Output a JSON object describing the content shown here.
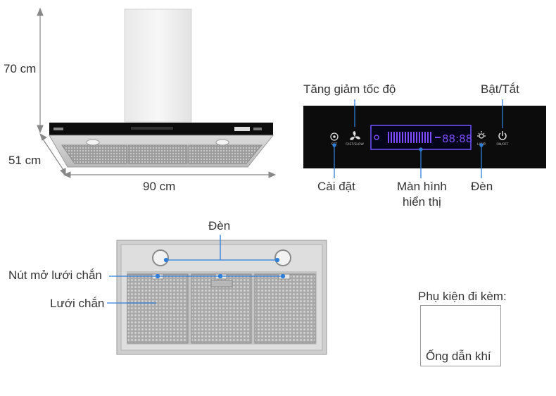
{
  "dimensions": {
    "height": "70 cm",
    "depth": "51 cm",
    "width": "90 cm"
  },
  "control_panel": {
    "speed_label": "Tăng giảm tốc độ",
    "power_label": "Bật/Tắt",
    "set_label": "Cài đặt",
    "display_label_line1": "Màn hình",
    "display_label_line2": "hiển thị",
    "lamp_label": "Đèn",
    "panel_text": {
      "set": "SET",
      "fast_slow": "FAST/SLOW",
      "lamp": "LAMP",
      "on_off": "ON/OFF",
      "digits": "88:88"
    }
  },
  "underside": {
    "lamp_label": "Đèn",
    "filter_button_label": "Nút mở lưới chắn",
    "filter_label": "Lưới chắn"
  },
  "accessory": {
    "title": "Phụ kiện đi kèm:",
    "item_label": "Ống dẫn khí"
  },
  "colors": {
    "display_accent": "#7a4dff",
    "marker_blue": "#2f7fd8",
    "panel_black": "#0c0c0c"
  }
}
